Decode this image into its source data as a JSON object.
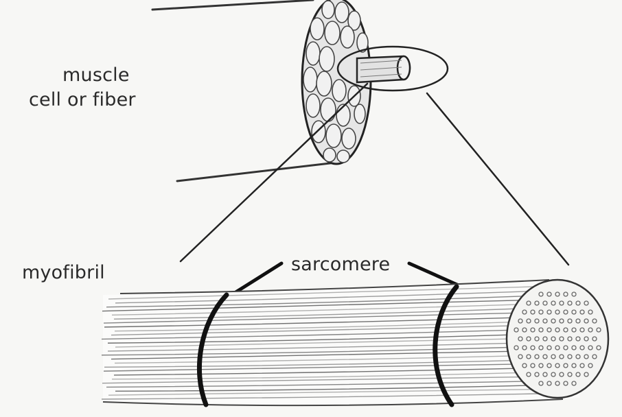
{
  "labels": {
    "muscle_cell_line1": "muscle",
    "muscle_cell_line2": "cell or fiber",
    "myofibril": "myofibril",
    "sarcomere": "sarcomere"
  },
  "colors": {
    "background": "#f7f7f5",
    "ink": "#222222",
    "label": "#2a2a2a",
    "shade": "#d9d9d9"
  }
}
